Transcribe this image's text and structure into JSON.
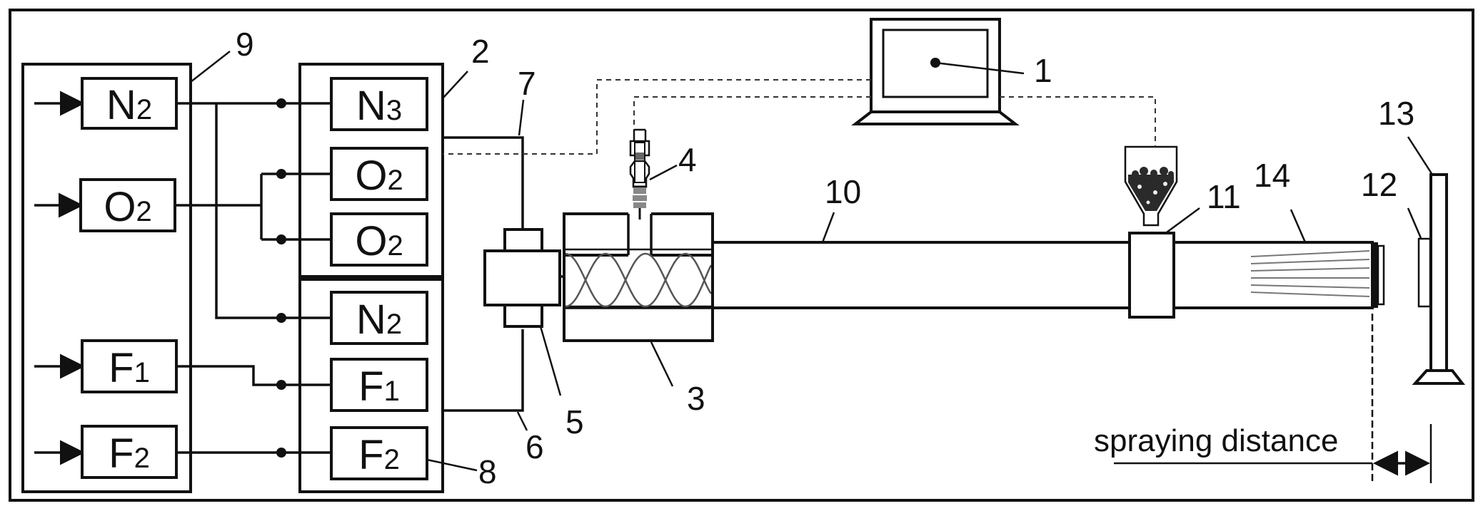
{
  "gas_bottles": [
    {
      "base": "N",
      "sub": "2"
    },
    {
      "base": "O",
      "sub": "2"
    },
    {
      "base": "F",
      "sub": "1"
    },
    {
      "base": "F",
      "sub": "2"
    }
  ],
  "valves": [
    {
      "base": "N",
      "sub": "3"
    },
    {
      "base": "O",
      "sub": "2"
    },
    {
      "base": "O",
      "sub": "2"
    },
    {
      "base": "N",
      "sub": "2"
    },
    {
      "base": "F",
      "sub": "1"
    },
    {
      "base": "F",
      "sub": "2"
    }
  ],
  "part_numbers": {
    "computer": "1",
    "valve_block": "2",
    "chamber": "3",
    "spark_plug": "4",
    "mixer": "5",
    "fuel_line": "6",
    "gas_line": "7",
    "fuel_valves": "8",
    "gas_supply": "9",
    "barrel": "10",
    "powder_feeder": "11",
    "coating": "12",
    "substrate": "13",
    "spray_jet": "14"
  },
  "caption": "spraying distance",
  "colors": {
    "stroke": "#111111",
    "dashed": "#333333",
    "background": "#ffffff"
  }
}
